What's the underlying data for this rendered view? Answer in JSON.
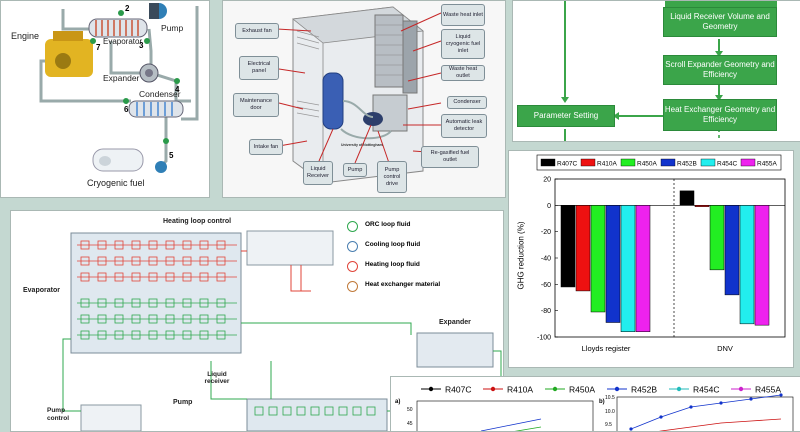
{
  "orc_schematic": {
    "engine_label": "Engine",
    "evaporator_label": "Evaporator",
    "pump_label": "Pump",
    "expander_label": "Expander",
    "condenser_label": "Condenser",
    "cryogenic_label": "Cryogenic fuel",
    "state_points": [
      "2",
      "3",
      "4",
      "5",
      "6",
      "7"
    ]
  },
  "module_3d": {
    "callouts_left": [
      "Exhaust fan",
      "Electrical panel",
      "Maintenance door",
      "Intake fan"
    ],
    "callouts_right": [
      "Waste heat inlet",
      "Liquid cryogenic fuel inlet",
      "Waste heat outlet",
      "Condenser",
      "Automatic leak detector",
      "Re-gasified fuel outlet"
    ],
    "callouts_bottom": [
      "Liquid Receiver",
      "Pump",
      "Pump control drive"
    ],
    "logo_text": "University of Nottingham"
  },
  "flowchart": {
    "parameter_setting": "Parameter Setting",
    "liquid_receiver": "Liquid Receiver Volume and Geometry",
    "scroll_expander": "Scroll Expander Geometry and Efficiency",
    "heat_exchanger": "Heat Exchanger Geometry and Efficiency"
  },
  "loop_diagram": {
    "heating_loop_control": "Heating loop control",
    "evaporator": "Evaporator",
    "expander": "Expander",
    "liquid_receiver": "Liquid receiver",
    "pump": "Pump",
    "pump_control": "Pump control",
    "legend": [
      {
        "label": "ORC loop fluid",
        "color": "#2fa84f"
      },
      {
        "label": "Cooling loop fluid",
        "color": "#4a7fb0"
      },
      {
        "label": "Heating loop fluid",
        "color": "#e0453a"
      },
      {
        "label": "Heat exchanger material",
        "color": "#c07a3a"
      }
    ]
  },
  "chart_data": [
    {
      "type": "bar",
      "ylabel": "GHG reduction (%)",
      "categories": [
        "Lloyds register",
        "DNV"
      ],
      "ylim": [
        -100,
        20
      ],
      "yticks": [
        20,
        0,
        -20,
        -40,
        -60,
        -80,
        -100
      ],
      "grid": false,
      "legend_position": "top",
      "series": [
        {
          "name": "R407C",
          "color": "#000000",
          "values": [
            -62,
            11
          ]
        },
        {
          "name": "R410A",
          "color": "#ee1111",
          "values": [
            -65,
            -1
          ]
        },
        {
          "name": "R450A",
          "color": "#22ee22",
          "values": [
            -81,
            -49
          ]
        },
        {
          "name": "R452B",
          "color": "#1133cc",
          "values": [
            -89,
            -68
          ]
        },
        {
          "name": "R454C",
          "color": "#22eeee",
          "values": [
            -96,
            -90
          ]
        },
        {
          "name": "R455A",
          "color": "#ee22ee",
          "values": [
            -96,
            -91
          ]
        }
      ]
    },
    {
      "type": "line",
      "panel_labels": [
        "a)",
        "b)"
      ],
      "legend": [
        {
          "name": "R407C",
          "color": "#000000"
        },
        {
          "name": "R410A",
          "color": "#cc1111"
        },
        {
          "name": "R450A",
          "color": "#22aa22"
        },
        {
          "name": "R452B",
          "color": "#1133cc"
        },
        {
          "name": "R454C",
          "color": "#22bbbb"
        },
        {
          "name": "R455A",
          "color": "#cc22cc"
        }
      ],
      "a_yticks": [
        "50",
        "45"
      ],
      "b_yticks": [
        "10.5",
        "10.0",
        "9.5"
      ]
    }
  ]
}
